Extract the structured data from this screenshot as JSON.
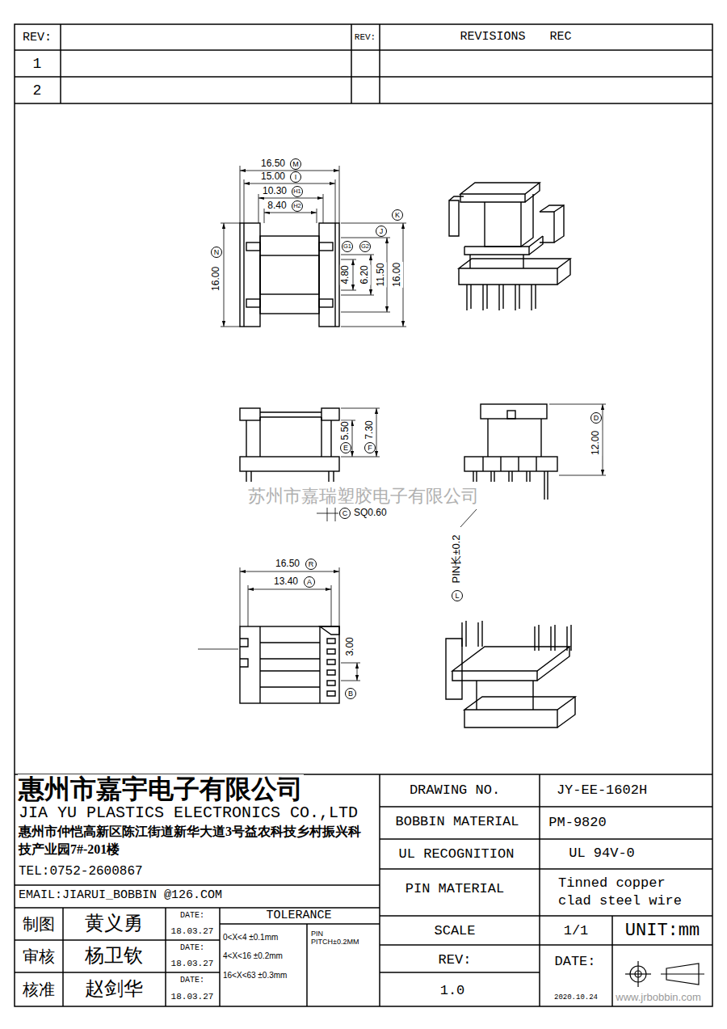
{
  "diagram": {
    "labels": [
      "REV:",
      "1",
      "2",
      "REV:",
      "REVISIONS",
      "REC",
      "16.50",
      "M",
      "15.00",
      "I",
      "10.30",
      "H1",
      "8.40",
      "H2",
      "16.00",
      "N",
      "G1",
      "G2",
      "J",
      "K",
      "4.80",
      "6.20",
      "11.50",
      "16.00",
      "5.50",
      "E",
      "7.30",
      "F",
      "C",
      "SQ0.60",
      "12.00",
      "D",
      "L",
      "PIN长±0.2",
      "16.50",
      "R",
      "13.40",
      "A",
      "3.00",
      "B",
      "苏州市嘉瑞塑胶电子有限公司",
      "惠州市嘉宇电子有限公司",
      "JIA YU PLASTICS ELECTRONICS CO.,LTD",
      "惠州市仲恺高新区陈江街道新华大道3号益农科技乡村振兴科技产业园7#-201楼",
      "TEL:0752-2600867",
      "EMAIL:JIARUI_BOBBIN @126.COM",
      "制图",
      "黄义勇",
      "DATE:",
      "18.03.27",
      "审核",
      "杨卫钦",
      "DATE:",
      "18.03.27",
      "核准",
      "赵剑华",
      "DATE:",
      "18.03.27",
      "TOLERANCE",
      "0<X<4 ±0.1mm",
      "4<X<16 ±0.2mm",
      "16<X<63 ±0.3mm",
      "PIN PITCH±0.2MM",
      "DRAWING NO.",
      "JY-EE-1602H",
      "BOBBIN MATERIAL",
      "PM-9820",
      "UL RECOGNITION",
      "UL 94V-0",
      "PIN MATERIAL",
      "Tinned copper clad steel wire",
      "SCALE",
      "1/1",
      "UNIT:mm",
      "REV:",
      "DATE:",
      "1.0",
      "2020.10.24",
      "www.jrbobbin.com"
    ]
  }
}
